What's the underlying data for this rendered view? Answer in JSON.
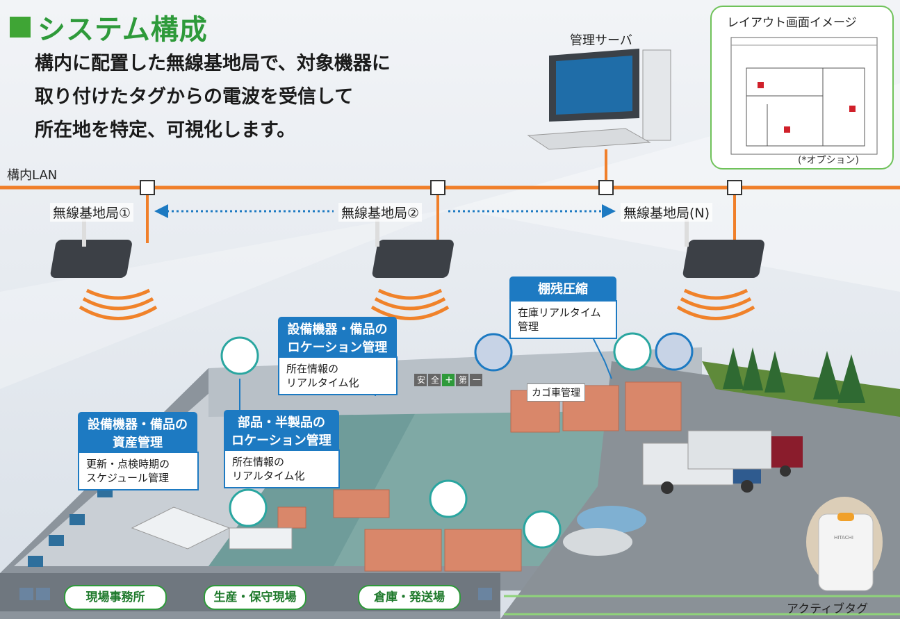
{
  "title": "システム構成",
  "lead": [
    "構内に配置した無線基地局で、対象機器に",
    "取り付けたタグからの電波を受信して",
    "所在地を特定、可視化します。"
  ],
  "server_label": "管理サーバ",
  "lan_label": "構内LAN",
  "layout_image": {
    "title": "レイアウト画面イメージ",
    "note": "(*オプション)"
  },
  "base_stations": [
    "無線基地局①",
    "無線基地局②",
    "無線基地局(N)"
  ],
  "callouts": {
    "asset": {
      "title": [
        "設備機器・備品の",
        "資産管理"
      ],
      "body": [
        "更新・点検時期の",
        "スケジュール管理"
      ]
    },
    "parts": {
      "title": [
        "部品・半製品の",
        "ロケーション管理"
      ],
      "body": [
        "所在情報の",
        "リアルタイム化"
      ]
    },
    "equip": {
      "title": [
        "設備機器・備品の",
        "ロケーション管理"
      ],
      "body": [
        "所在情報の",
        "リアルタイム化"
      ]
    },
    "shelf": {
      "title": [
        "棚残圧縮"
      ],
      "body": [
        "在庫リアルタイム",
        "管理"
      ]
    }
  },
  "cago_label": "カゴ車管理",
  "safety_sign": [
    "安",
    "全",
    "+",
    "第",
    "一"
  ],
  "zones": [
    "現場事務所",
    "生産・保守現場",
    "倉庫・発送場"
  ],
  "tag_label": "アクティブタグ",
  "tag_brand": "HITACHI",
  "colors": {
    "lan_orange": "#f07f2a",
    "accent_green": "#2e9a3a",
    "callout_blue": "#1d7ac2",
    "signal_orange": "#f0822a"
  }
}
